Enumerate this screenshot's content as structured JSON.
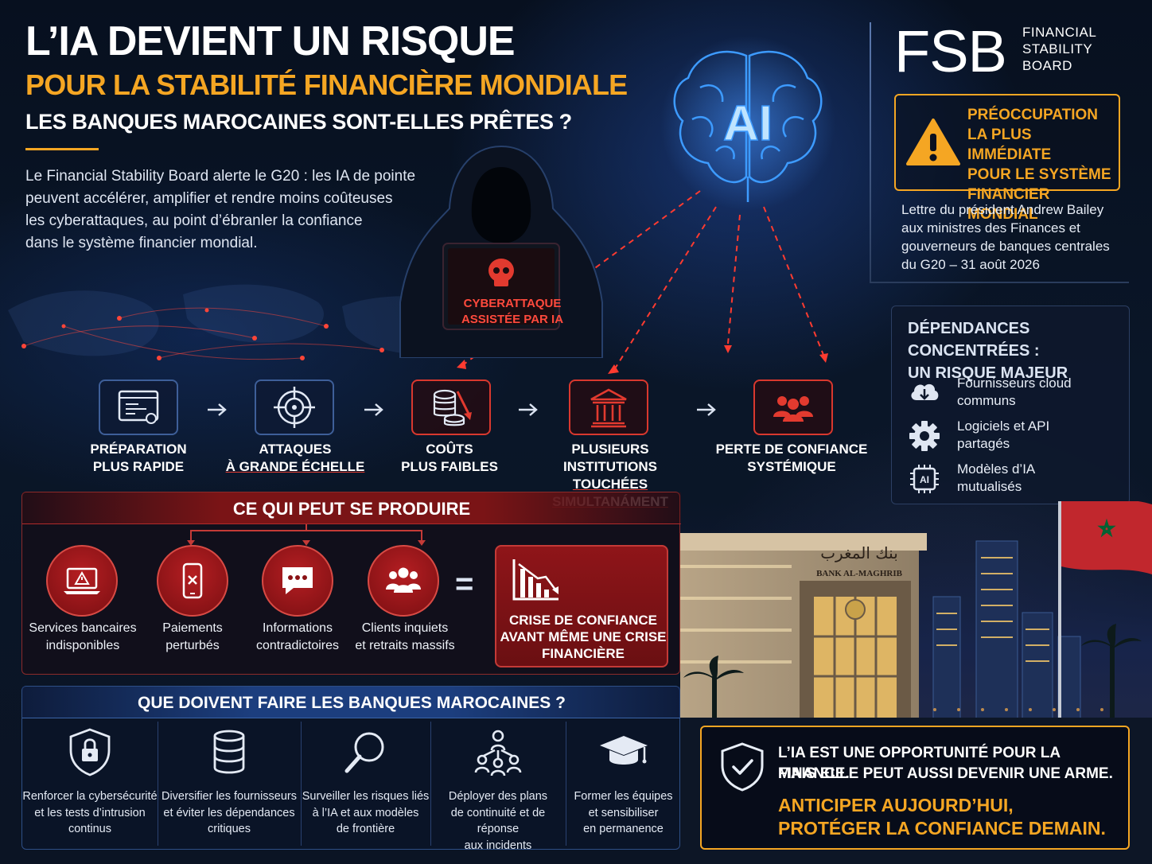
{
  "header": {
    "title": "L’IA DEVIENT UN RISQUE",
    "subtitle": "POUR LA STABILITÉ FINANCIÈRE MONDIALE",
    "question": "LES BANQUES MAROCAINES SONT-ELLES PRÊTES ?",
    "intro_lines": [
      "Le Financial Stability Board alerte le G20 : les IA de pointe",
      "peuvent accélérer, amplifier et rendre moins coûteuses",
      "les cyberattaques, au point d’ébranler la confiance",
      "dans le système financier mondial."
    ]
  },
  "ai_badge": "AI",
  "laptop": {
    "line1": "CYBERATTAQUE",
    "line2": "ASSISTÉE PAR IA"
  },
  "fsb": {
    "logo": "FSB",
    "name_lines": [
      "FINANCIAL",
      "STABILITY",
      "BOARD"
    ],
    "alert_lines": [
      "PRÉOCCUPATION",
      "LA PLUS IMMÉDIATE",
      "POUR LE SYSTÈME",
      "FINANCIER MONDIAL"
    ],
    "letter_lines": [
      "Lettre du président Andrew Bailey",
      "aux ministres des Finances et",
      "gouverneurs de banques centrales",
      "du G20 – 31 août 2026"
    ]
  },
  "dependencies": {
    "title_lines": [
      "DÉPENDANCES CONCENTRÉES :",
      "UN RISQUE MAJEUR"
    ],
    "items": [
      {
        "icon": "cloud-icon",
        "lines": [
          "Fournisseurs cloud",
          "communs"
        ]
      },
      {
        "icon": "gear-icon",
        "lines": [
          "Logiciels et API",
          "partagés"
        ]
      },
      {
        "icon": "ai-chip-icon",
        "chip_text": "AI",
        "lines": [
          "Modèles d’IA",
          "mutualisés"
        ]
      }
    ]
  },
  "process": [
    {
      "icon": "code-window-icon",
      "lines": [
        "PRÉPARATION",
        "PLUS RAPIDE"
      ]
    },
    {
      "icon": "target-icon",
      "lines": [
        "ATTAQUES",
        "À GRANDE ÉCHELLE"
      ]
    },
    {
      "icon": "coins-down-icon",
      "lines": [
        "COÛTS",
        "PLUS FAIBLES"
      ]
    },
    {
      "icon": "bank-icon",
      "lines": [
        "PLUSIEURS INSTITUTIONS",
        "TOUCHÉES SIMULTANÁMENT"
      ]
    },
    {
      "icon": "people-icon",
      "lines": [
        "PERTE DE CONFIANCE",
        "SYSTÉMIQUE"
      ]
    }
  ],
  "happen": {
    "title": "CE QUI PEUT SE PRODUIRE",
    "items": [
      {
        "icon": "laptop-warning-icon",
        "lines": [
          "Services bancaires",
          "indisponibles"
        ]
      },
      {
        "icon": "phone-x-icon",
        "lines": [
          "Paiements",
          "perturbés"
        ]
      },
      {
        "icon": "chat-icon",
        "lines": [
          "Informations",
          "contradictoires"
        ]
      },
      {
        "icon": "crowd-icon",
        "lines": [
          "Clients inquiets",
          "et retraits massifs"
        ]
      }
    ],
    "equals": "=",
    "result_lines": [
      "CRISE DE CONFIANCE",
      "AVANT MÊME UNE CRISE",
      "FINANCIÈRE"
    ]
  },
  "todo": {
    "title": "QUE DOIVENT FAIRE LES BANQUES MAROCAINES ?",
    "items": [
      {
        "icon": "shield-lock-icon",
        "lines": [
          "Renforcer la cybersécurité",
          "et les tests d’intrusion",
          "continus"
        ]
      },
      {
        "icon": "database-icon",
        "lines": [
          "Diversifier les fournisseurs",
          "et éviter les dépendances",
          "critiques"
        ]
      },
      {
        "icon": "magnifier-icon",
        "lines": [
          "Surveiller les risques liés",
          "à l’IA et aux modèles",
          "de frontière"
        ]
      },
      {
        "icon": "network-icon",
        "lines": [
          "Déployer des plans",
          "de continuité et de réponse",
          "aux incidents"
        ]
      },
      {
        "icon": "graduation-cap-icon",
        "lines": [
          "Former les équipes",
          "et sensibiliser",
          "en permanence"
        ]
      }
    ]
  },
  "building": {
    "arabic": "بنك المغرب",
    "latin": "BANK AL-MAGHRIB"
  },
  "motto": {
    "line1": "L’IA EST UNE OPPORTUNITÉ POUR LA FINANCE.",
    "line2": "MAIS ELLE PEUT AUSSI DEVENIR UNE ARME.",
    "line3": "ANTICIPER AUJOURD’HUI,",
    "line4": "PROTÉGER LA CONFIANCE DEMAIN."
  },
  "colors": {
    "accent": "#f5a623",
    "danger": "#d9382e",
    "navy": "#0a1628",
    "brain_blue": "#2f8cff"
  }
}
